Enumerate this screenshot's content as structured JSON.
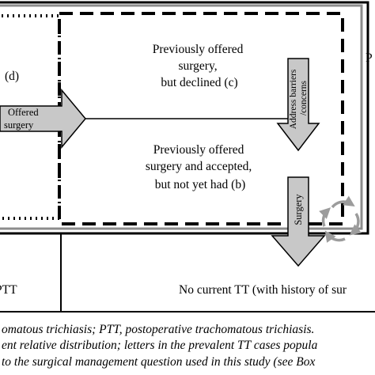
{
  "diagram": {
    "region_d_label": "(d)",
    "region_c_lines": [
      "Previously offered",
      "surgery,",
      "but declined (c)"
    ],
    "region_b_lines": [
      "Previously offered",
      "surgery and accepted,",
      "but not yet had (b)"
    ],
    "right_edge_label": "P",
    "arrow_offered_lines": [
      "Offered",
      "surgery"
    ],
    "arrow_address_lines": [
      "Address barriers",
      "/concerns"
    ],
    "arrow_surgery_label": "Surgery",
    "row_left_text": "PTT",
    "row_right_text": "No current TT (with history of sur"
  },
  "caption": {
    "lines": [
      "omatous trichiasis; PTT, postoperative trachomatous trichiasis.",
      "ent relative distribution; letters in the prevalent TT cases popula",
      "to the surgical management question used in this study (see Box"
    ]
  },
  "colors": {
    "arrow_fill": "#c8c8c8",
    "frame_gray": "#8c8c8c",
    "circle_arrow": "#9c9c9c",
    "line": "#000000"
  }
}
